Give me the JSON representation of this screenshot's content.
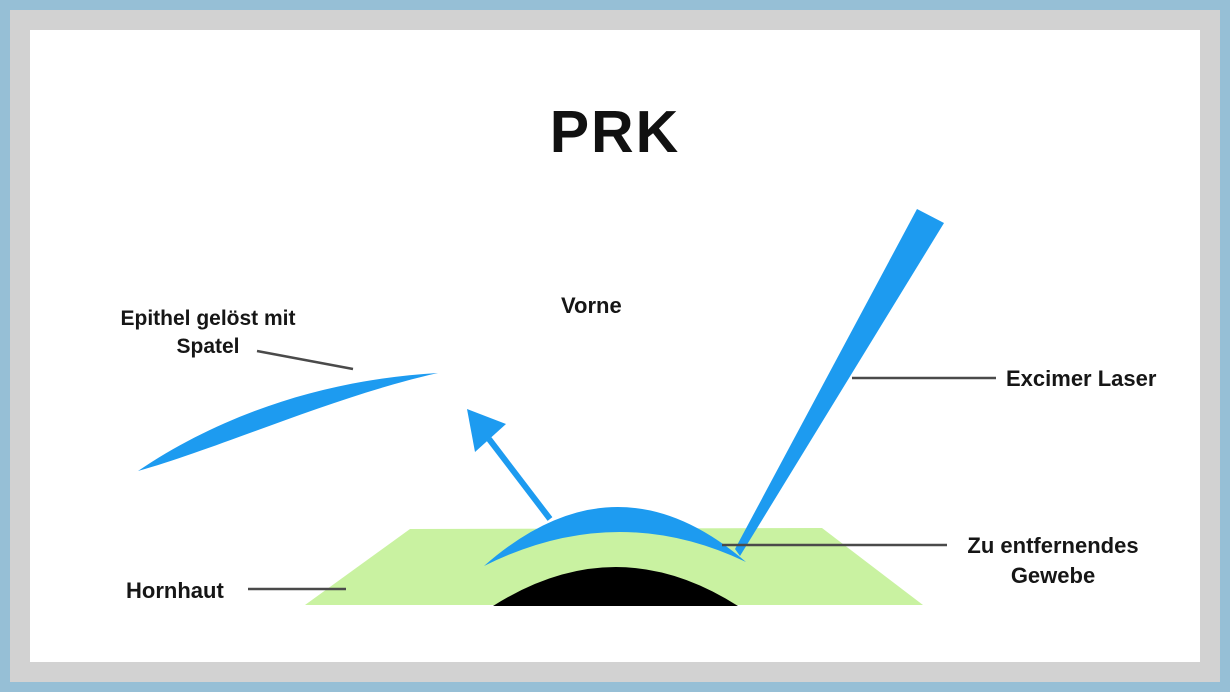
{
  "title": "PRK",
  "labels": {
    "epithel": {
      "line1": "Epithel gelöst mit",
      "line2": "Spatel"
    },
    "vorne": "Vorne",
    "excimer": "Excimer Laser",
    "zu_entfernendes": {
      "line1": "Zu entfernendes",
      "line2": "Gewebe"
    },
    "hornhaut": "Hornhaut"
  },
  "colors": {
    "blue": "#1d9bf0",
    "green": "#c9f2a1",
    "dome_black": "#000000",
    "leader_line": "#4a4a4a",
    "frame_outer": "#96bfd6",
    "frame_inner": "#d2d2d2",
    "background": "#ffffff",
    "text": "#161616"
  }
}
